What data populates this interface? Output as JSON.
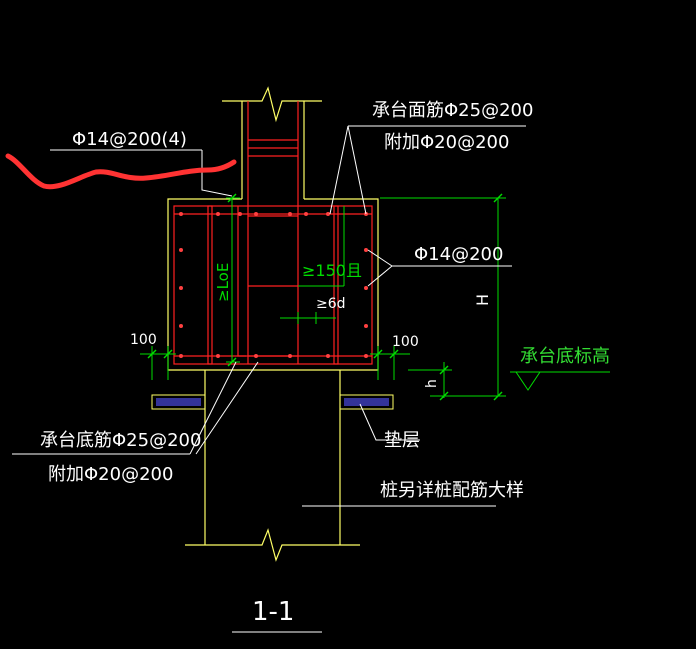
{
  "labels": {
    "stirrup": "Φ14@200(4)",
    "top_rebar_1": "承台面筋Φ25@200",
    "top_rebar_2": "附加Φ20@200",
    "side_rebar": "Φ14@200",
    "anchor_len": "≥LoE",
    "spacing_150": "≥150且",
    "spacing_6d": "≥6d",
    "cover_left": "100",
    "cover_right": "100",
    "height_h": "H",
    "small_h": "h",
    "base_level": "承台底标高",
    "bottom_rebar_1": "承台底筋Φ25@200",
    "bottom_rebar_2": "附加Φ20@200",
    "cushion": "垫层",
    "pile_detail": "桩另详桩配筋大样",
    "section_title": "1-1"
  },
  "colors": {
    "background": "#000000",
    "outline": "#ffff66",
    "rebar": "#ff2020",
    "text": "#ffffff",
    "dimension": "#00dd00",
    "green_text": "#33dd33",
    "cushion": "#6666ff",
    "markup": "#ff3333"
  }
}
